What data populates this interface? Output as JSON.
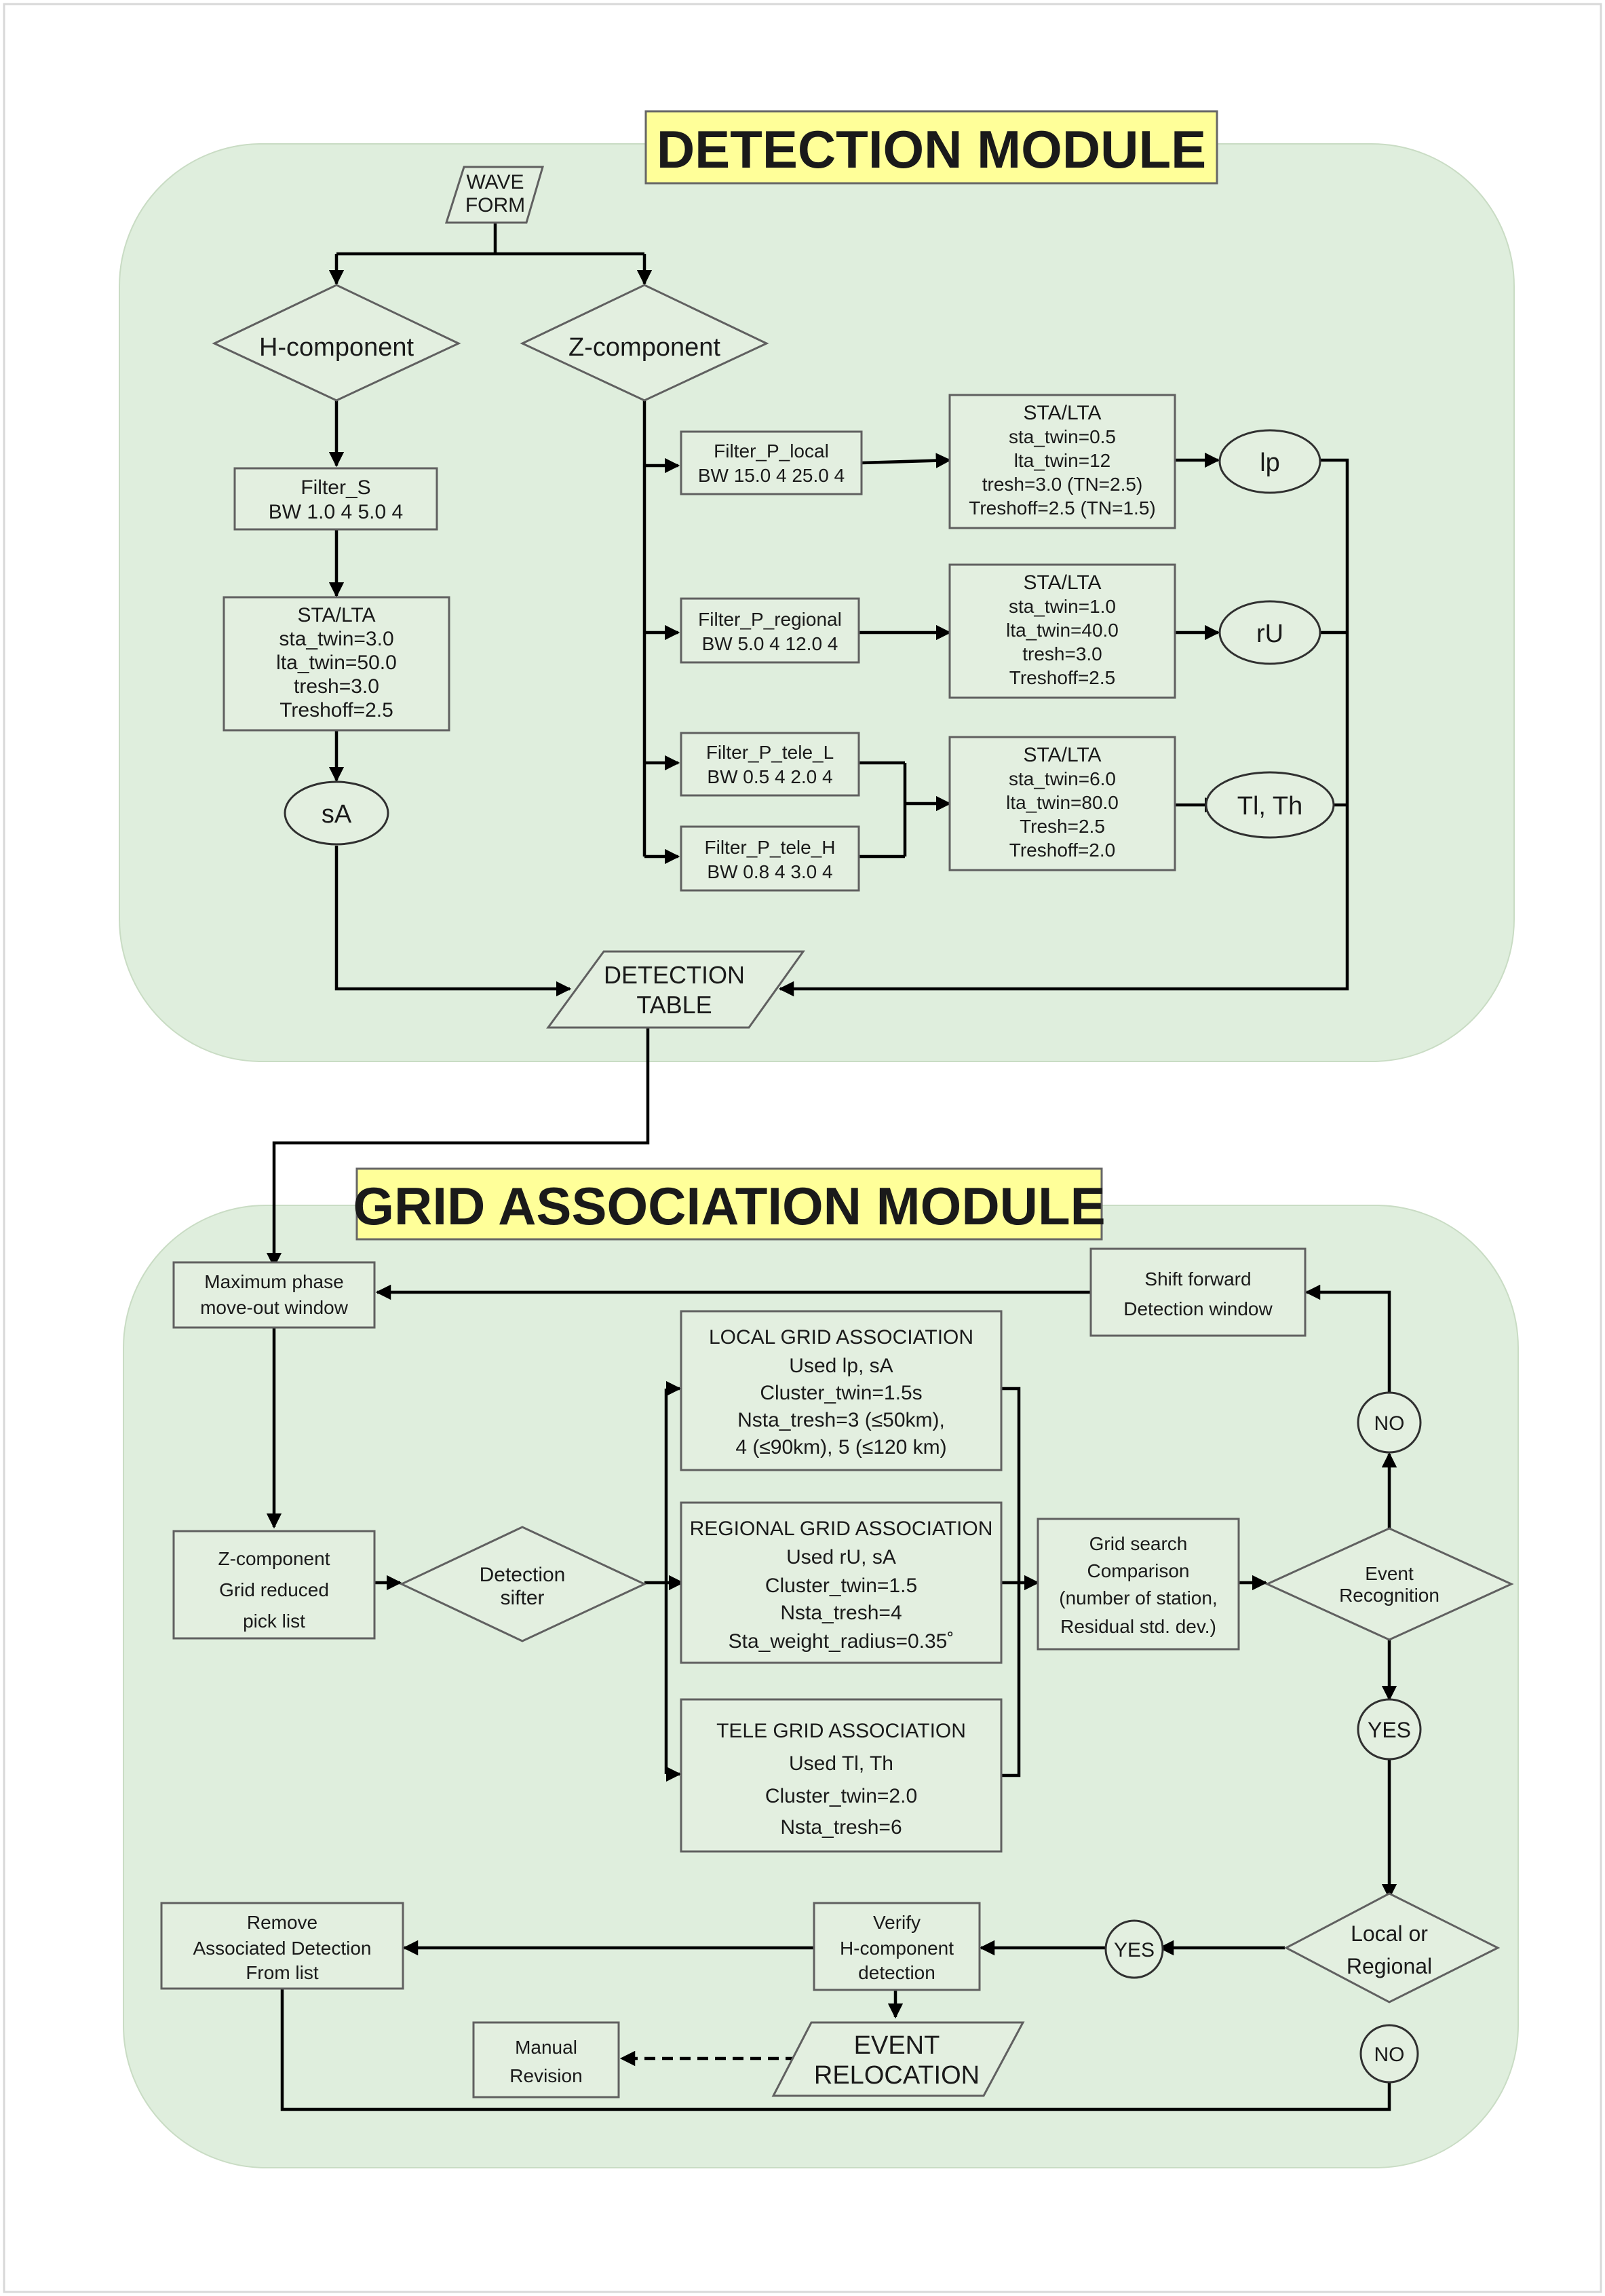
{
  "detection_module": {
    "title": "DETECTION MODULE",
    "waveform": [
      "WAVE",
      "FORM"
    ],
    "h_component": "H-component",
    "z_component": "Z-component",
    "filter_s": [
      "Filter_S",
      "BW 1.0 4 5.0 4"
    ],
    "sta_lta_s": [
      "STA/LTA",
      "sta_twin=3.0",
      "lta_twin=50.0",
      "tresh=3.0",
      "Treshoff=2.5"
    ],
    "sA": "sA",
    "filter_p_local": [
      "Filter_P_local",
      "BW 15.0 4 25.0 4"
    ],
    "sta_lta_local": [
      "STA/LTA",
      "sta_twin=0.5",
      "lta_twin=12",
      "tresh=3.0 (TN=2.5)",
      "Treshoff=2.5 (TN=1.5)"
    ],
    "lp": "lp",
    "filter_p_regional": [
      "Filter_P_regional",
      "BW 5.0 4 12.0 4"
    ],
    "sta_lta_regional": [
      "STA/LTA",
      "sta_twin=1.0",
      "lta_twin=40.0",
      "tresh=3.0",
      "Treshoff=2.5"
    ],
    "rU": "rU",
    "filter_p_tele_l": [
      "Filter_P_tele_L",
      "BW 0.5 4 2.0 4"
    ],
    "filter_p_tele_h": [
      "Filter_P_tele_H",
      "BW 0.8 4 3.0 4"
    ],
    "sta_lta_tele": [
      "STA/LTA",
      "sta_twin=6.0",
      "lta_twin=80.0",
      "Tresh=2.5",
      "Treshoff=2.0"
    ],
    "tl_th": "Tl, Th",
    "detection_table": [
      "DETECTION",
      "TABLE"
    ]
  },
  "grid_module": {
    "title": "GRID ASSOCIATION MODULE",
    "max_phase": [
      "Maximum phase",
      "move-out window"
    ],
    "shift_forward": [
      "Shift forward",
      "Detection window"
    ],
    "z_pick_list": [
      "Z-component",
      "Grid reduced",
      "pick list"
    ],
    "detection_sifter": [
      "Detection",
      "sifter"
    ],
    "local_grid": [
      "LOCAL GRID ASSOCIATION",
      "Used lp, sA",
      "Cluster_twin=1.5s",
      "Nsta_tresh=3 (≤50km),",
      "4 (≤90km), 5 (≤120 km)"
    ],
    "regional_grid": [
      "REGIONAL GRID ASSOCIATION",
      "Used rU, sA",
      "Cluster_twin=1.5",
      "Nsta_tresh=4",
      "Sta_weight_radius=0.35˚"
    ],
    "tele_grid": [
      "TELE GRID ASSOCIATION",
      "Used Tl, Th",
      "Cluster_twin=2.0",
      "Nsta_tresh=6"
    ],
    "grid_search": [
      "Grid search",
      "Comparison",
      "(number of station,",
      "Residual std. dev.)"
    ],
    "event_recognition": [
      "Event",
      "Recognition"
    ],
    "no_top": "NO",
    "yes_mid": "YES",
    "local_or_regional": [
      "Local or",
      "Regional"
    ],
    "yes_left": "YES",
    "no_bottom": "NO",
    "verify_h": [
      "Verify",
      "H-component",
      "detection"
    ],
    "remove_assoc": [
      "Remove",
      "Associated Detection",
      "From list"
    ],
    "event_relocation": [
      "EVENT",
      "RELOCATION"
    ],
    "manual_revision": [
      "Manual",
      "Revision"
    ]
  }
}
